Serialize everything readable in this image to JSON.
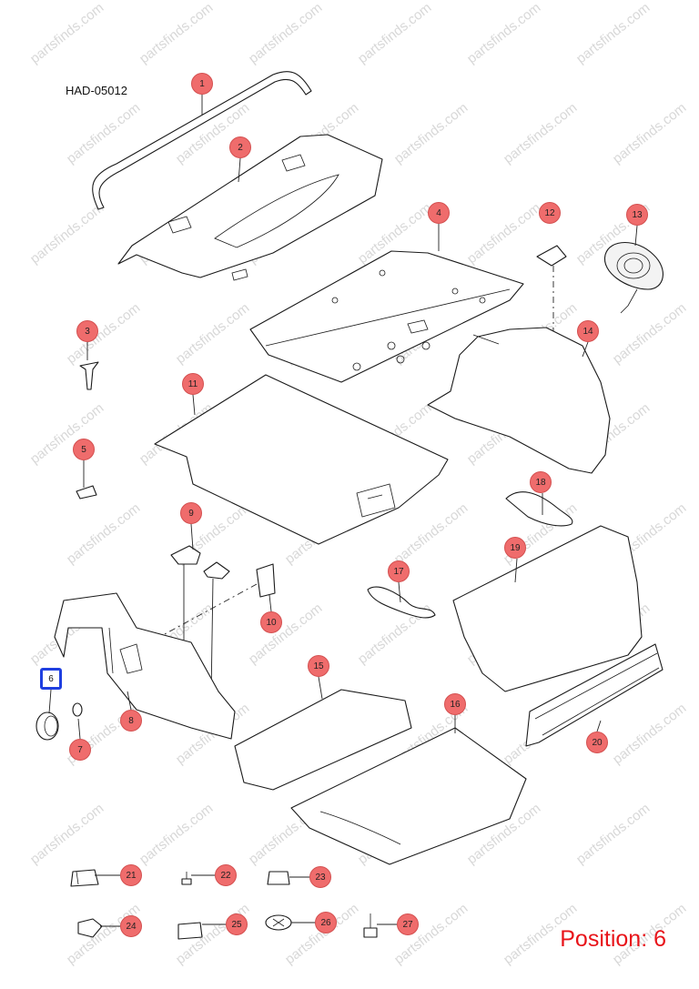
{
  "diagram_code": "HAD-05012",
  "position_label": "Position: 6",
  "watermark": "partsfinds.com",
  "selected_position": "6",
  "colors": {
    "callout": "#ef6c6c",
    "selected_border": "#1f3fe0",
    "position_text": "#e8141a"
  },
  "callouts": [
    {
      "id": "1",
      "label": "1"
    },
    {
      "id": "2",
      "label": "2"
    },
    {
      "id": "3",
      "label": "3"
    },
    {
      "id": "4",
      "label": "4"
    },
    {
      "id": "5",
      "label": "5"
    },
    {
      "id": "6",
      "label": "6"
    },
    {
      "id": "7",
      "label": "7"
    },
    {
      "id": "8",
      "label": "8"
    },
    {
      "id": "9",
      "label": "9"
    },
    {
      "id": "10",
      "label": "10"
    },
    {
      "id": "11",
      "label": "11"
    },
    {
      "id": "12",
      "label": "12"
    },
    {
      "id": "13",
      "label": "13"
    },
    {
      "id": "14",
      "label": "14"
    },
    {
      "id": "15",
      "label": "15"
    },
    {
      "id": "16",
      "label": "16"
    },
    {
      "id": "17",
      "label": "17"
    },
    {
      "id": "18",
      "label": "18"
    },
    {
      "id": "19",
      "label": "19"
    },
    {
      "id": "20",
      "label": "20"
    },
    {
      "id": "21",
      "label": "21"
    },
    {
      "id": "22",
      "label": "22"
    },
    {
      "id": "23",
      "label": "23"
    },
    {
      "id": "24",
      "label": "24"
    },
    {
      "id": "25",
      "label": "25"
    },
    {
      "id": "26",
      "label": "26"
    },
    {
      "id": "27",
      "label": "27"
    }
  ]
}
